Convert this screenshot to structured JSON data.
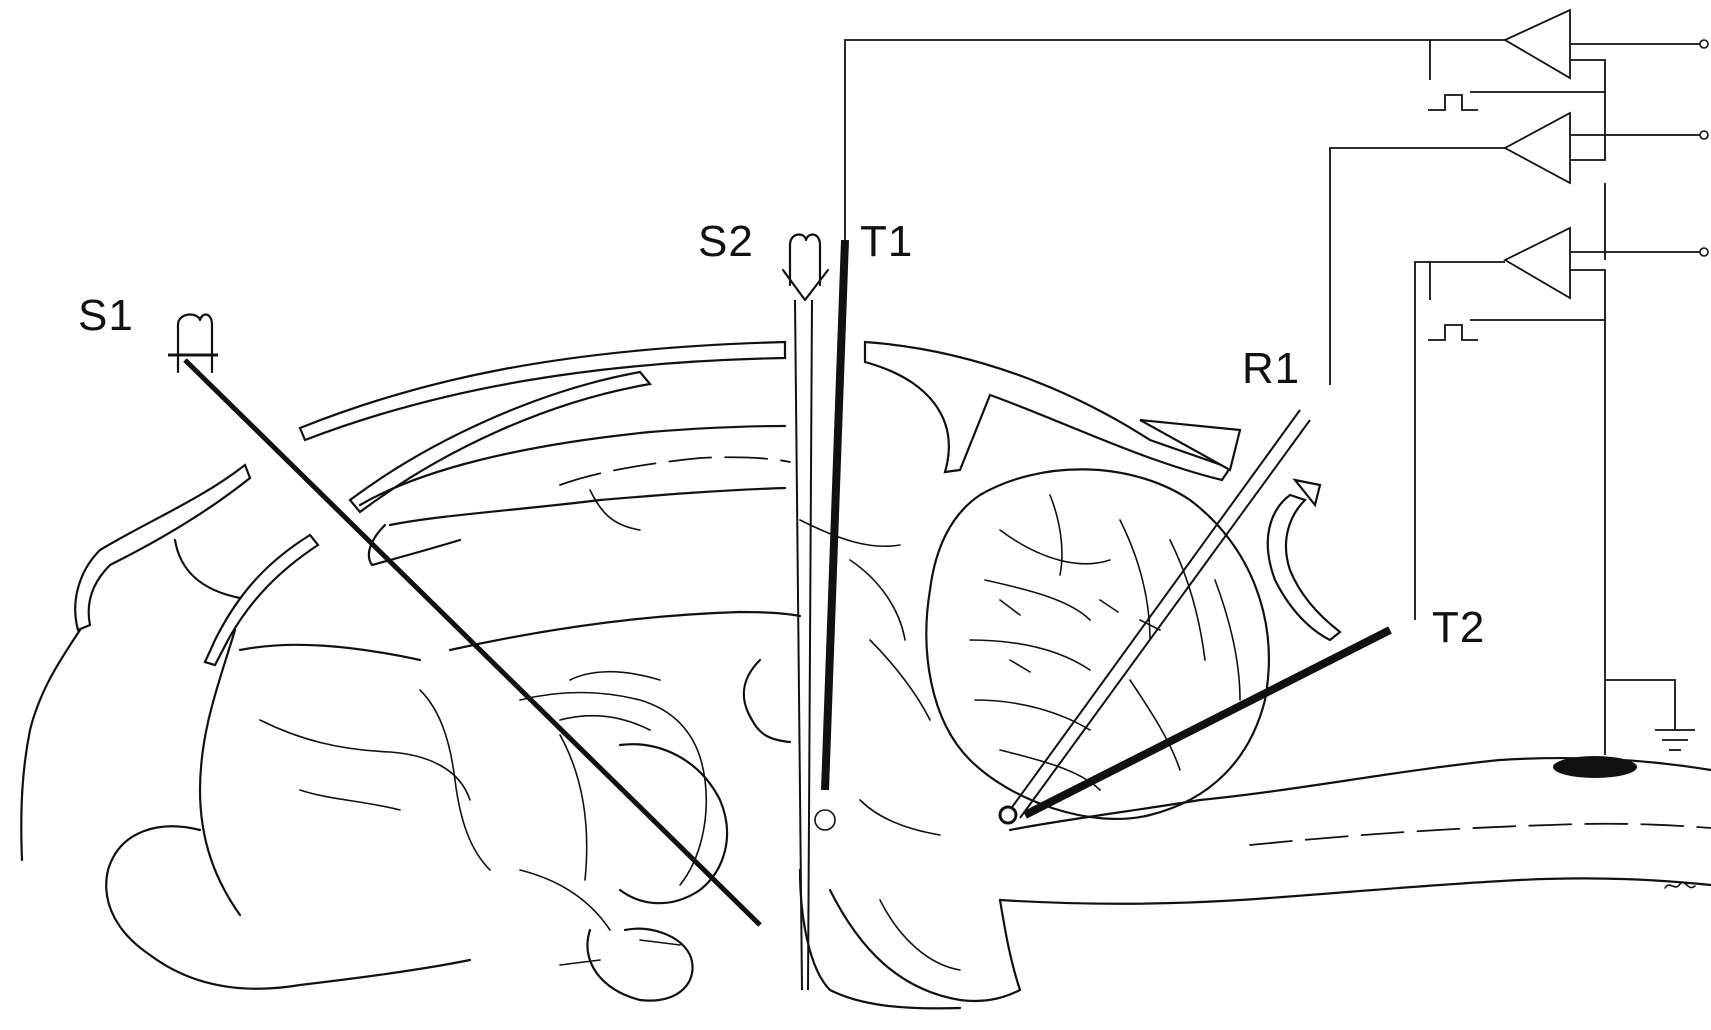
{
  "labels": {
    "s1": "S1",
    "s2": "S2",
    "t1": "T1",
    "r1": "R1",
    "t2": "T2"
  },
  "colors": {
    "ink": "#111111",
    "paper": "#ffffff"
  }
}
